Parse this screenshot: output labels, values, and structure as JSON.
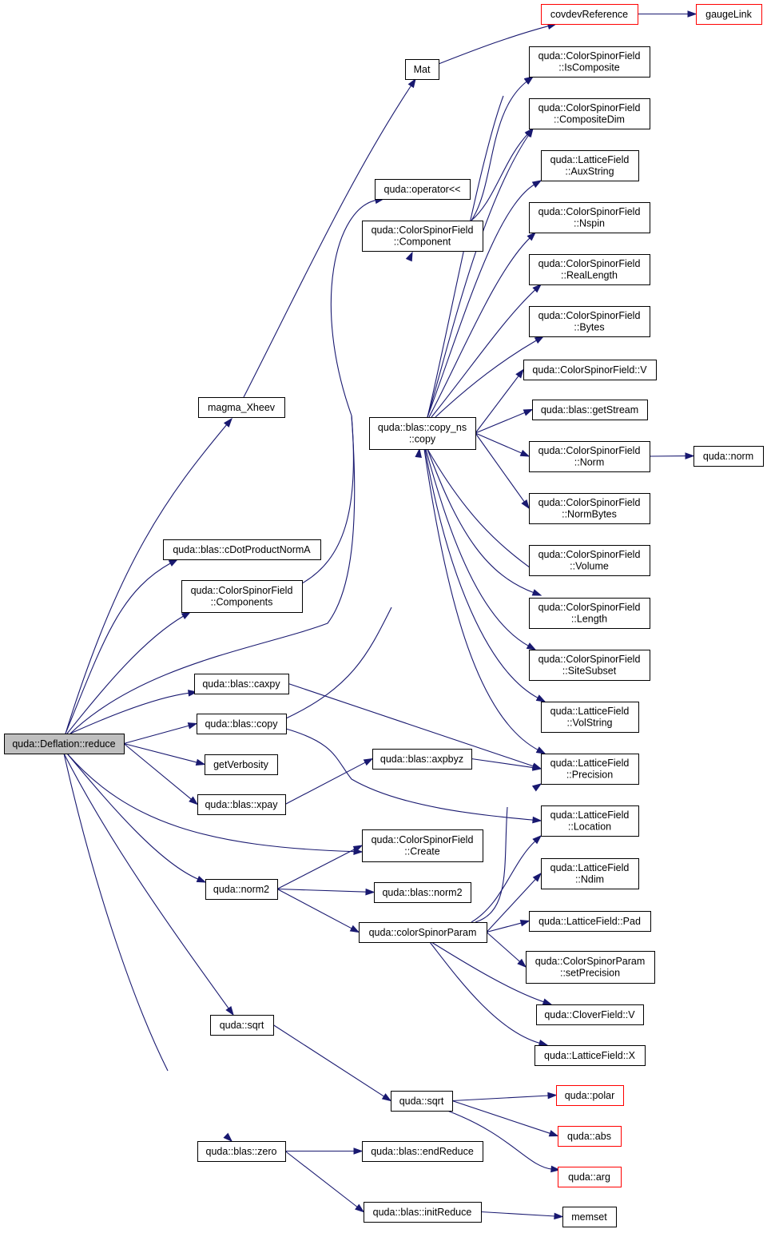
{
  "graph": {
    "colors": {
      "edge": "#191970",
      "node_border": "#000000",
      "external_border": "#ff0000",
      "root_fill": "#bfbfbf",
      "node_fill": "#ffffff"
    },
    "nodes": [
      {
        "id": "deflation_reduce",
        "lines": [
          "quda::Deflation::reduce"
        ],
        "kind": "root"
      },
      {
        "id": "covdevReference",
        "lines": [
          "covdevReference"
        ],
        "kind": "external"
      },
      {
        "id": "gaugeLink",
        "lines": [
          "gaugeLink"
        ],
        "kind": "external"
      },
      {
        "id": "Mat",
        "lines": [
          "Mat"
        ],
        "kind": "normal"
      },
      {
        "id": "isComposite",
        "lines": [
          "quda::ColorSpinorField",
          "::IsComposite"
        ],
        "kind": "normal"
      },
      {
        "id": "compositeDim",
        "lines": [
          "quda::ColorSpinorField",
          "::CompositeDim"
        ],
        "kind": "normal"
      },
      {
        "id": "auxString",
        "lines": [
          "quda::LatticeField",
          "::AuxString"
        ],
        "kind": "normal"
      },
      {
        "id": "operator_lshift",
        "lines": [
          "quda::operator<<"
        ],
        "kind": "normal"
      },
      {
        "id": "nspin",
        "lines": [
          "quda::ColorSpinorField",
          "::Nspin"
        ],
        "kind": "normal"
      },
      {
        "id": "component",
        "lines": [
          "quda::ColorSpinorField",
          "::Component"
        ],
        "kind": "normal"
      },
      {
        "id": "realLength",
        "lines": [
          "quda::ColorSpinorField",
          "::RealLength"
        ],
        "kind": "normal"
      },
      {
        "id": "bytes",
        "lines": [
          "quda::ColorSpinorField",
          "::Bytes"
        ],
        "kind": "normal"
      },
      {
        "id": "csf_V",
        "lines": [
          "quda::ColorSpinorField::V"
        ],
        "kind": "normal"
      },
      {
        "id": "magma_Xheev",
        "lines": [
          "magma_Xheev"
        ],
        "kind": "normal"
      },
      {
        "id": "getStream",
        "lines": [
          "quda::blas::getStream"
        ],
        "kind": "normal"
      },
      {
        "id": "copy_ns_copy",
        "lines": [
          "quda::blas::copy_ns",
          "::copy"
        ],
        "kind": "normal"
      },
      {
        "id": "csf_norm",
        "lines": [
          "quda::ColorSpinorField",
          "::Norm"
        ],
        "kind": "normal"
      },
      {
        "id": "quda_norm",
        "lines": [
          "quda::norm"
        ],
        "kind": "normal"
      },
      {
        "id": "normBytes",
        "lines": [
          "quda::ColorSpinorField",
          "::NormBytes"
        ],
        "kind": "normal"
      },
      {
        "id": "cDotProductNormA",
        "lines": [
          "quda::blas::cDotProductNormA"
        ],
        "kind": "normal"
      },
      {
        "id": "volume",
        "lines": [
          "quda::ColorSpinorField",
          "::Volume"
        ],
        "kind": "normal"
      },
      {
        "id": "components",
        "lines": [
          "quda::ColorSpinorField",
          "::Components"
        ],
        "kind": "normal"
      },
      {
        "id": "length",
        "lines": [
          "quda::ColorSpinorField",
          "::Length"
        ],
        "kind": "normal"
      },
      {
        "id": "siteSubset",
        "lines": [
          "quda::ColorSpinorField",
          "::SiteSubset"
        ],
        "kind": "normal"
      },
      {
        "id": "caxpy",
        "lines": [
          "quda::blas::caxpy"
        ],
        "kind": "normal"
      },
      {
        "id": "volString",
        "lines": [
          "quda::LatticeField",
          "::VolString"
        ],
        "kind": "normal"
      },
      {
        "id": "blas_copy",
        "lines": [
          "quda::blas::copy"
        ],
        "kind": "normal"
      },
      {
        "id": "getVerbosity",
        "lines": [
          "getVerbosity"
        ],
        "kind": "normal"
      },
      {
        "id": "axpbyz",
        "lines": [
          "quda::blas::axpbyz"
        ],
        "kind": "normal"
      },
      {
        "id": "precision",
        "lines": [
          "quda::LatticeField",
          "::Precision"
        ],
        "kind": "normal"
      },
      {
        "id": "xpay",
        "lines": [
          "quda::blas::xpay"
        ],
        "kind": "normal"
      },
      {
        "id": "location",
        "lines": [
          "quda::LatticeField",
          "::Location"
        ],
        "kind": "normal"
      },
      {
        "id": "create",
        "lines": [
          "quda::ColorSpinorField",
          "::Create"
        ],
        "kind": "normal"
      },
      {
        "id": "ndim",
        "lines": [
          "quda::LatticeField",
          "::Ndim"
        ],
        "kind": "normal"
      },
      {
        "id": "norm2",
        "lines": [
          "quda::norm2"
        ],
        "kind": "normal"
      },
      {
        "id": "blas_norm2",
        "lines": [
          "quda::blas::norm2"
        ],
        "kind": "normal"
      },
      {
        "id": "pad",
        "lines": [
          "quda::LatticeField::Pad"
        ],
        "kind": "normal"
      },
      {
        "id": "colorSpinorParam",
        "lines": [
          "quda::colorSpinorParam"
        ],
        "kind": "normal"
      },
      {
        "id": "setPrecision",
        "lines": [
          "quda::ColorSpinorParam",
          "::setPrecision"
        ],
        "kind": "normal"
      },
      {
        "id": "cloverField_V",
        "lines": [
          "quda::CloverField::V"
        ],
        "kind": "normal"
      },
      {
        "id": "sqrt1",
        "lines": [
          "quda::sqrt"
        ],
        "kind": "normal"
      },
      {
        "id": "latticeField_X",
        "lines": [
          "quda::LatticeField::X"
        ],
        "kind": "normal"
      },
      {
        "id": "polar",
        "lines": [
          "quda::polar"
        ],
        "kind": "external"
      },
      {
        "id": "sqrt2",
        "lines": [
          "quda::sqrt"
        ],
        "kind": "normal"
      },
      {
        "id": "abs",
        "lines": [
          "quda::abs"
        ],
        "kind": "external"
      },
      {
        "id": "zero",
        "lines": [
          "quda::blas::zero"
        ],
        "kind": "normal"
      },
      {
        "id": "endReduce",
        "lines": [
          "quda::blas::endReduce"
        ],
        "kind": "normal"
      },
      {
        "id": "arg",
        "lines": [
          "quda::arg"
        ],
        "kind": "external"
      },
      {
        "id": "initReduce",
        "lines": [
          "quda::blas::initReduce"
        ],
        "kind": "normal"
      },
      {
        "id": "memset",
        "lines": [
          "memset"
        ],
        "kind": "normal"
      }
    ],
    "edges": [
      [
        "deflation_reduce",
        "magma_Xheev"
      ],
      [
        "deflation_reduce",
        "cDotProductNormA"
      ],
      [
        "deflation_reduce",
        "components"
      ],
      [
        "deflation_reduce",
        "caxpy"
      ],
      [
        "deflation_reduce",
        "blas_copy"
      ],
      [
        "deflation_reduce",
        "getVerbosity"
      ],
      [
        "deflation_reduce",
        "xpay"
      ],
      [
        "deflation_reduce",
        "create"
      ],
      [
        "deflation_reduce",
        "norm2"
      ],
      [
        "deflation_reduce",
        "sqrt1"
      ],
      [
        "deflation_reduce",
        "zero"
      ],
      [
        "deflation_reduce",
        "component"
      ],
      [
        "magma_Xheev",
        "Mat"
      ],
      [
        "Mat",
        "covdevReference"
      ],
      [
        "covdevReference",
        "gaugeLink"
      ],
      [
        "components",
        "operator_lshift"
      ],
      [
        "component",
        "isComposite"
      ],
      [
        "component",
        "compositeDim"
      ],
      [
        "caxpy",
        "precision"
      ],
      [
        "blas_copy",
        "copy_ns_copy"
      ],
      [
        "blas_copy",
        "location"
      ],
      [
        "copy_ns_copy",
        "isComposite"
      ],
      [
        "copy_ns_copy",
        "compositeDim"
      ],
      [
        "copy_ns_copy",
        "auxString"
      ],
      [
        "copy_ns_copy",
        "nspin"
      ],
      [
        "copy_ns_copy",
        "realLength"
      ],
      [
        "copy_ns_copy",
        "bytes"
      ],
      [
        "copy_ns_copy",
        "csf_V"
      ],
      [
        "copy_ns_copy",
        "getStream"
      ],
      [
        "copy_ns_copy",
        "csf_norm"
      ],
      [
        "copy_ns_copy",
        "normBytes"
      ],
      [
        "copy_ns_copy",
        "volume"
      ],
      [
        "copy_ns_copy",
        "length"
      ],
      [
        "copy_ns_copy",
        "siteSubset"
      ],
      [
        "copy_ns_copy",
        "volString"
      ],
      [
        "copy_ns_copy",
        "precision"
      ],
      [
        "csf_norm",
        "quda_norm"
      ],
      [
        "xpay",
        "axpbyz"
      ],
      [
        "axpbyz",
        "precision"
      ],
      [
        "norm2",
        "create"
      ],
      [
        "norm2",
        "blas_norm2"
      ],
      [
        "norm2",
        "colorSpinorParam"
      ],
      [
        "colorSpinorParam",
        "precision"
      ],
      [
        "colorSpinorParam",
        "location"
      ],
      [
        "colorSpinorParam",
        "ndim"
      ],
      [
        "colorSpinorParam",
        "pad"
      ],
      [
        "colorSpinorParam",
        "setPrecision"
      ],
      [
        "colorSpinorParam",
        "cloverField_V"
      ],
      [
        "colorSpinorParam",
        "latticeField_X"
      ],
      [
        "sqrt1",
        "sqrt2"
      ],
      [
        "sqrt2",
        "polar"
      ],
      [
        "sqrt2",
        "abs"
      ],
      [
        "sqrt2",
        "arg"
      ],
      [
        "zero",
        "endReduce"
      ],
      [
        "zero",
        "initReduce"
      ],
      [
        "initReduce",
        "memset"
      ]
    ]
  }
}
